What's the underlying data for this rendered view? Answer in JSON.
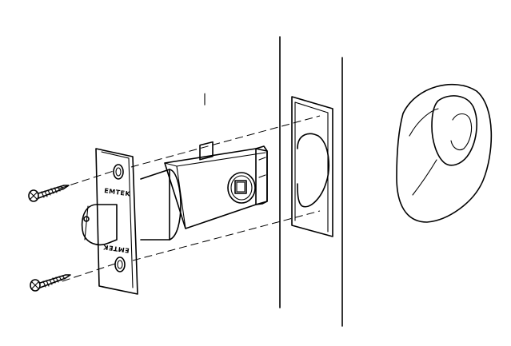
{
  "diagram": {
    "strike_brand_top": "EMTEK",
    "strike_brand_bottom": "EMTEK",
    "line_color": "#000000",
    "background": "#ffffff",
    "parts": [
      "screw",
      "screw",
      "faceplate",
      "latch-bolt",
      "latch-body",
      "door-edge",
      "mortise-plate",
      "bore-hole"
    ]
  }
}
